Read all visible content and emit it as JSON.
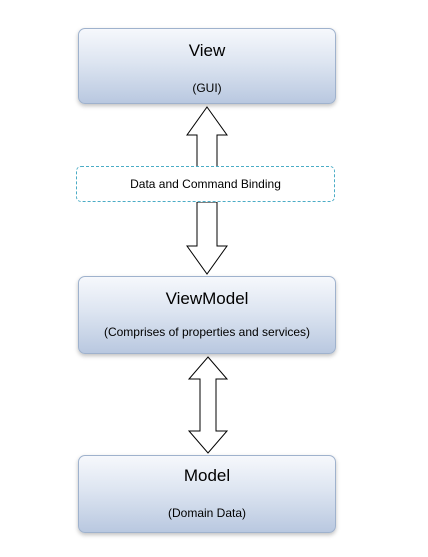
{
  "diagram": {
    "view": {
      "title": "View",
      "subtitle": "(GUI)"
    },
    "binding": {
      "label": "Data and Command Binding"
    },
    "viewmodel": {
      "title": "ViewModel",
      "subtitle": "(Comprises of properties and services)"
    },
    "model": {
      "title": "Model",
      "subtitle": "(Domain Data)"
    }
  },
  "colors": {
    "box_border": "#9fb2cd",
    "box_gradient_top": "#f6f8fc",
    "box_gradient_bottom": "#b9c8e0",
    "binding_border": "#4bacc6",
    "arrow_stroke": "#000000"
  }
}
